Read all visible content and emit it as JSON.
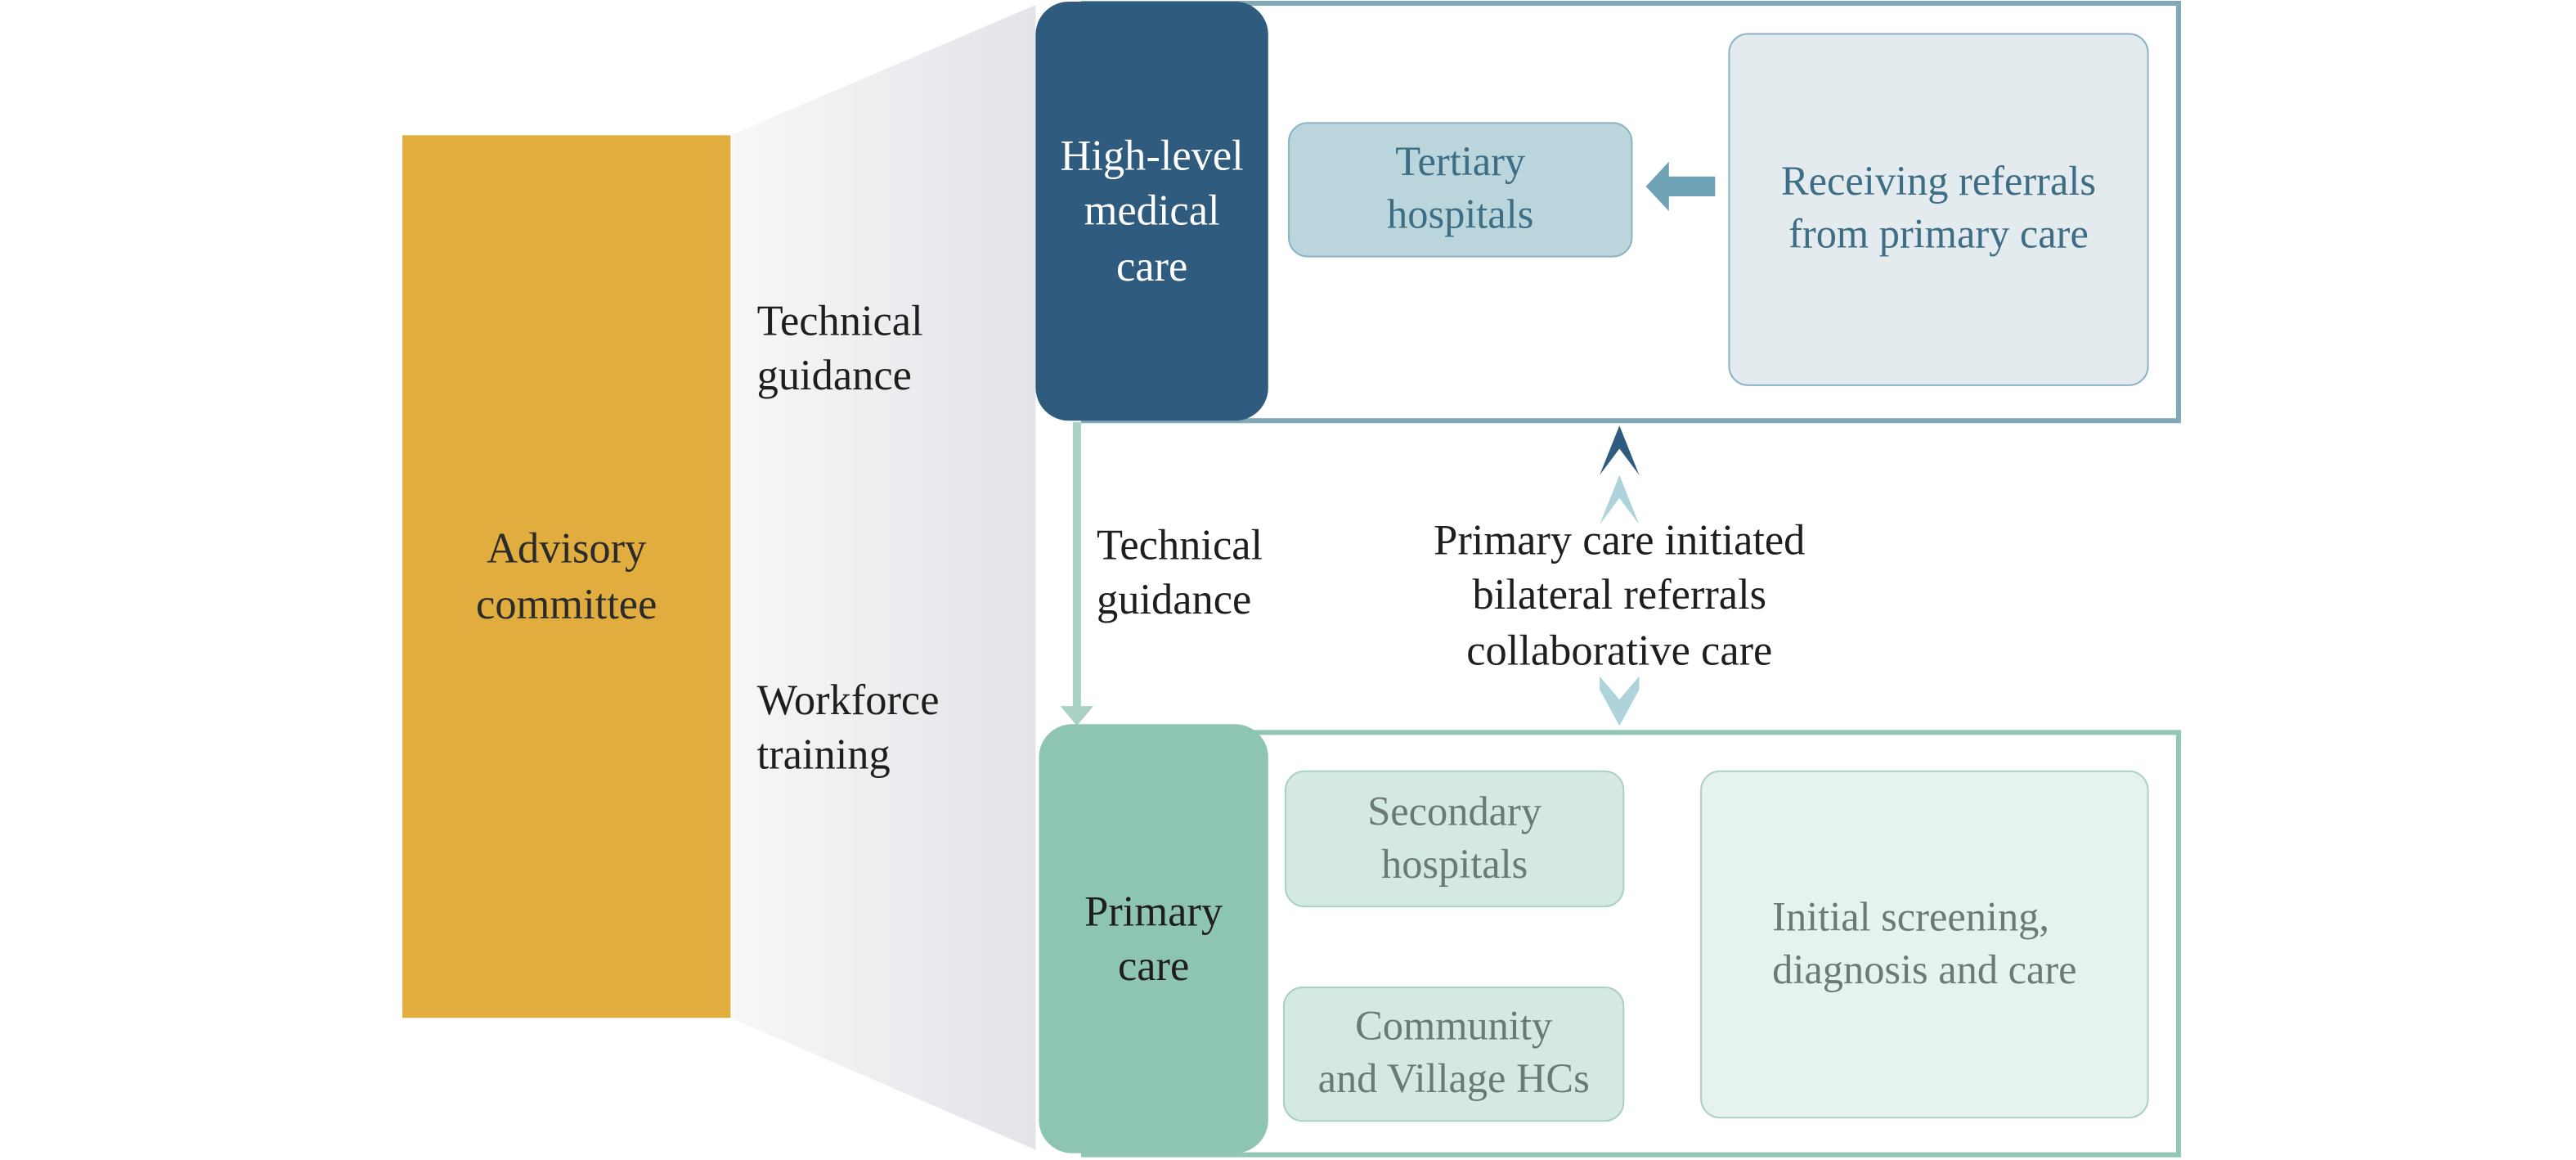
{
  "advisory": {
    "label": "Advisory committee",
    "color": "#E1AD3F"
  },
  "guidance": {
    "technical_1": "Technical\nguidance",
    "workforce": "Workforce\ntraining",
    "technical_2": "Technical\nguidance"
  },
  "high_level": {
    "label": "High-level\nmedical\ncare",
    "color": "#2E5B7E",
    "tertiary": "Tertiary\nhospitals",
    "receiving": "Receiving referrals\nfrom primary care"
  },
  "referral": {
    "label": "Primary care initiated\nbilateral referrals\ncollaborative care"
  },
  "primary": {
    "label": "Primary\ncare",
    "color": "#8EC5B0",
    "secondary": "Secondary\nhospitals",
    "community": "Community\nand Village HCs",
    "screening": "Initial screening,\ndiagnosis and care"
  }
}
